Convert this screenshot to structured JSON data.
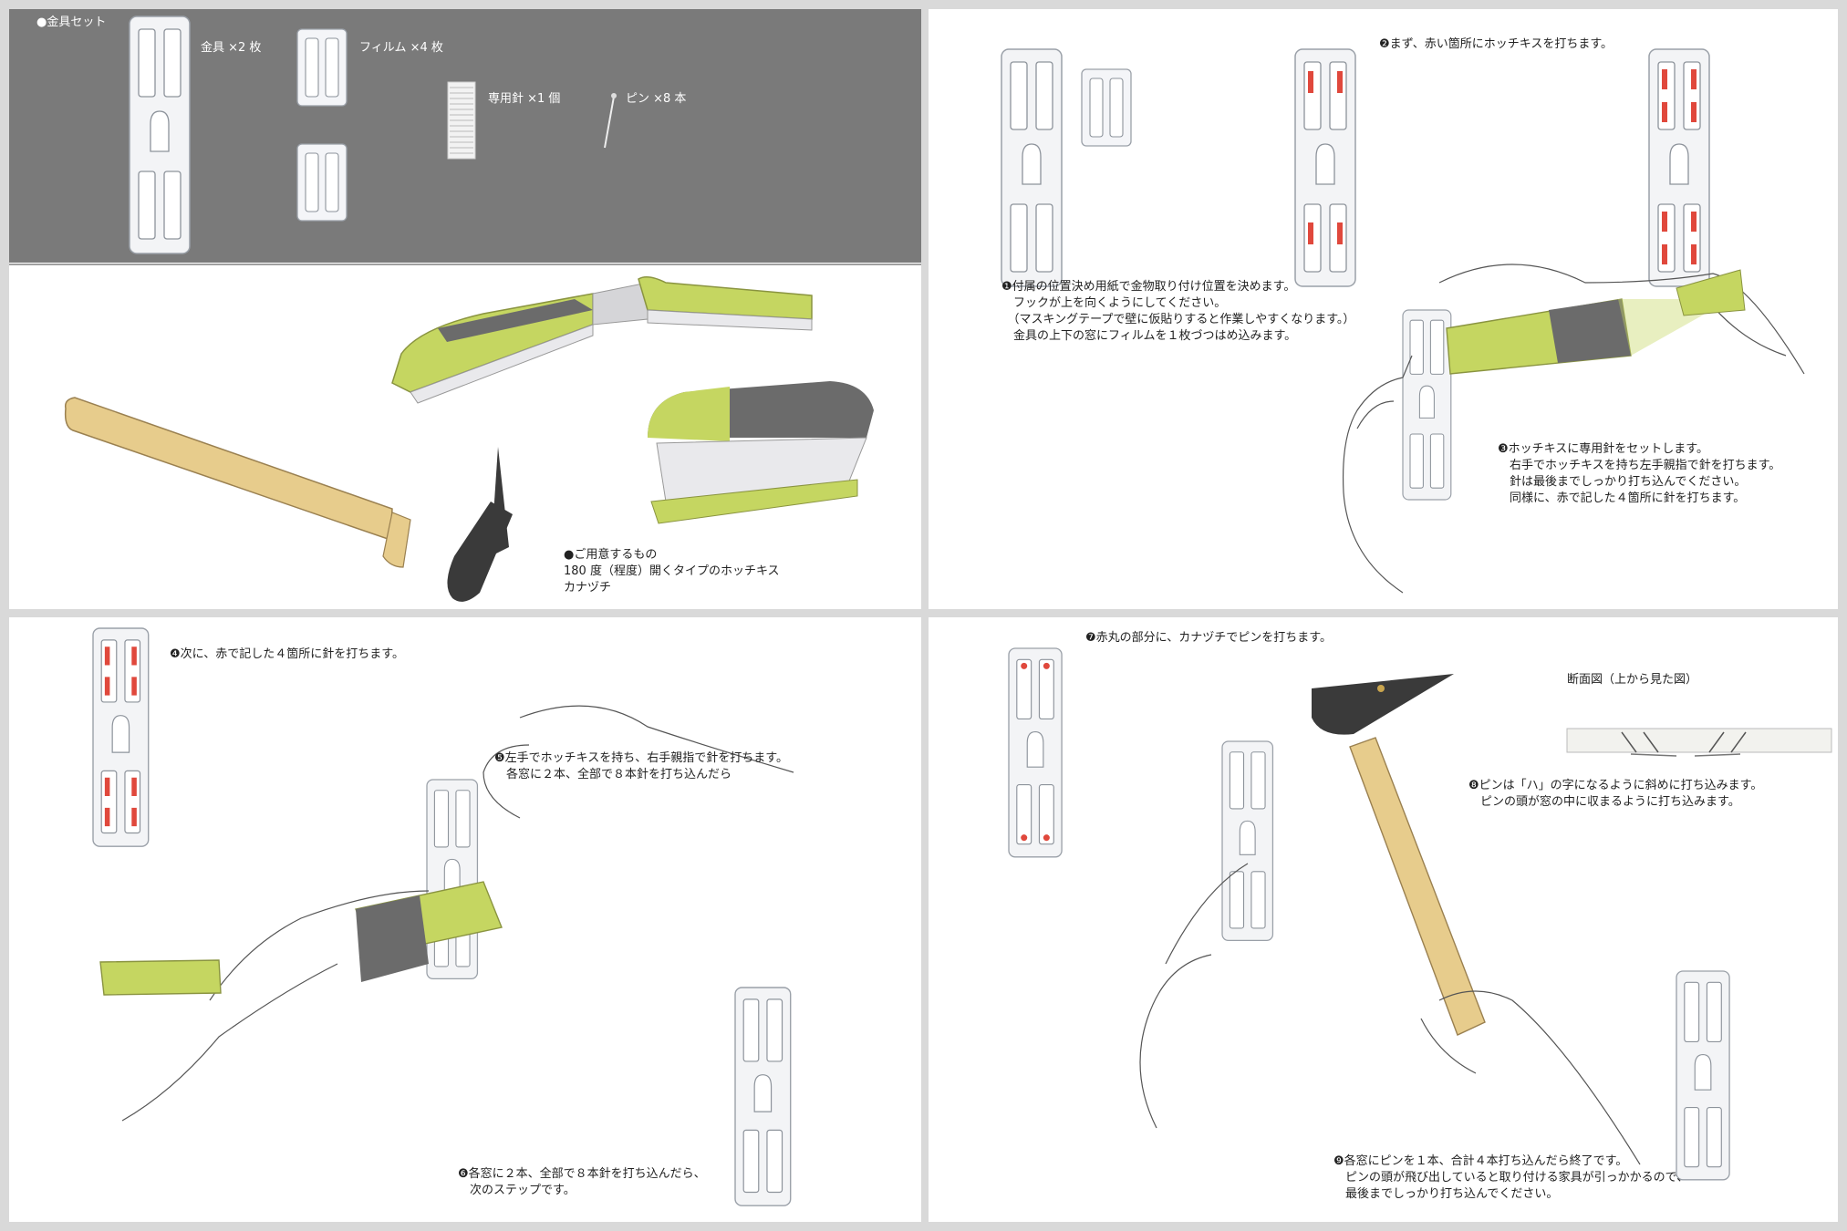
{
  "panel1": {
    "set_title": "●金具セット",
    "bracket_label": "金具 ×2 枚",
    "film_label": "フィルム ×4 枚",
    "staple_label": "専用針 ×1 個",
    "pin_label": "ピン ×8 本",
    "prepare": [
      "●ご用意するもの",
      "180 度（程度）開くタイプのホッチキス",
      "カナヅチ"
    ]
  },
  "panel2": {
    "step1": [
      "❶付属の位置決め用紙で金物取り付け位置を決めます。",
      "　フックが上を向くようにしてください。",
      "　（マスキングテープで壁に仮貼りすると作業しやすくなります。）",
      "　金具の上下の窓にフィルムを１枚づつはめ込みます。"
    ],
    "step2": "❷まず、赤い箇所にホッチキスを打ちます。",
    "step3": [
      "❸ホッチキスに専用針をセットします。",
      "　右手でホッチキスを持ち左手親指で針を打ちます。",
      "　針は最後までしっかり打ち込んでください。",
      "　同様に、赤で記した４箇所に針を打ちます。"
    ]
  },
  "panel3": {
    "step4": "❹次に、赤で記した４箇所に針を打ちます。",
    "step5": [
      "❺左手でホッチキスを持ち、右手親指で針を打ちます。",
      "　各窓に２本、全部で８本針を打ち込んだら"
    ],
    "step6": [
      "❻各窓に２本、全部で８本針を打ち込んだら、",
      "　次のステップです。"
    ]
  },
  "panel4": {
    "step7": "❼赤丸の部分に、カナヅチでピンを打ちます。",
    "section_label": "断面図（上から見た図）",
    "step8": [
      "❽ピンは「ハ」の字になるように斜めに打ち込みます。",
      "　ピンの頭が窓の中に収まるように打ち込みます。"
    ],
    "step9": [
      "❾各窓にピンを１本、合計４本打ち込んだら終了です。",
      "　ピンの頭が飛び出していると取り付ける家具が引っかかるので、",
      "　最後までしっかり打ち込んでください。"
    ]
  },
  "colors": {
    "background": "#d9d9d9",
    "gray_band": "#7a7a7a",
    "stapler_green": "#c5d661",
    "marker_red": "#e0483c",
    "handle_wood": "#e7cc8c"
  }
}
